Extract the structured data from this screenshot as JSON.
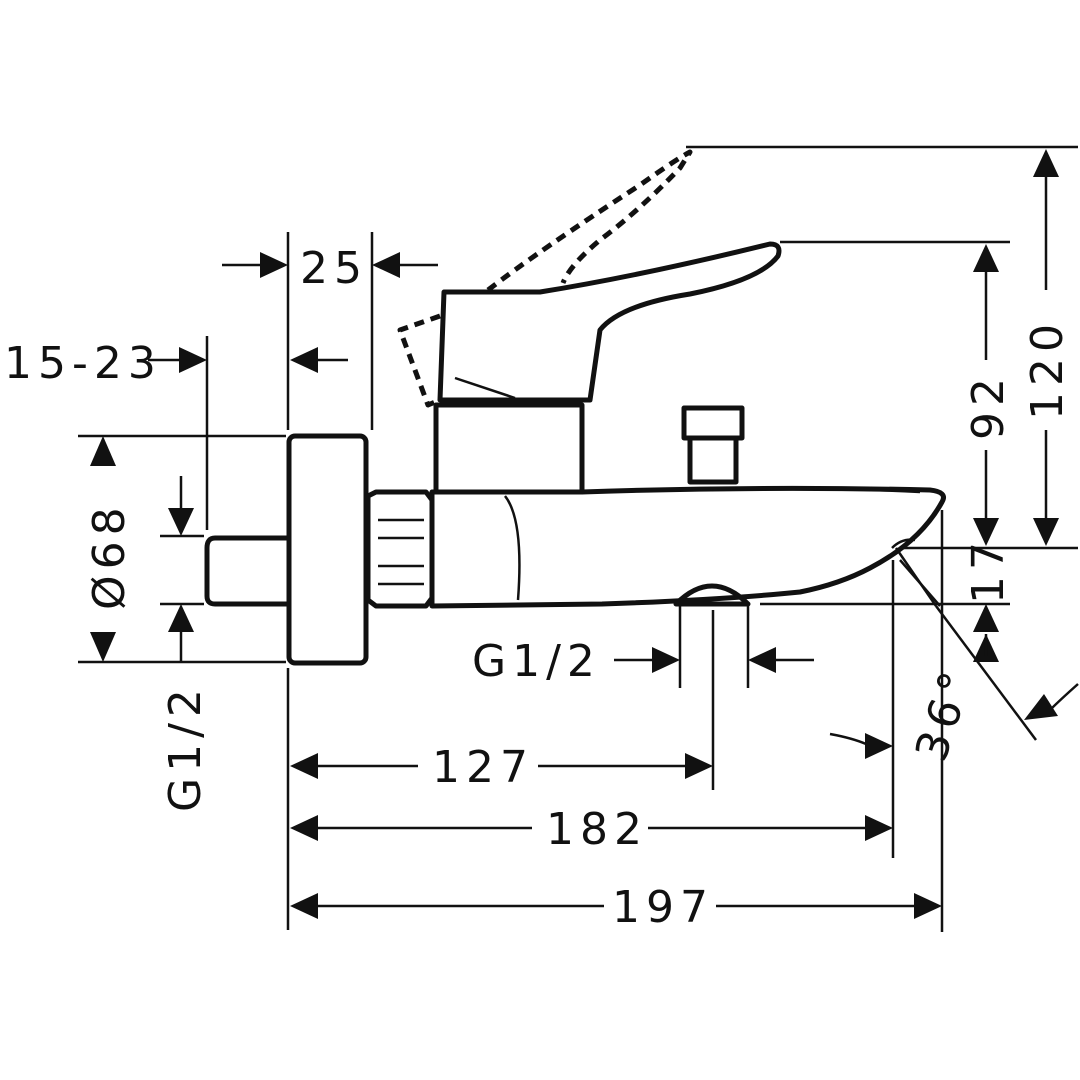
{
  "drawing": {
    "subject": "bath mixer technical drawing",
    "units": "mm"
  },
  "dimensions": {
    "depth_25": "25",
    "projection_15_23": "15-23",
    "diameter_68": "Ø68",
    "inlet_thread": "G1/2",
    "outlet_thread": "G1/2",
    "length_127": "127",
    "length_182": "182",
    "length_197": "197",
    "height_92": "92",
    "height_120": "120",
    "spout_17": "17",
    "angle_36": "36°"
  }
}
